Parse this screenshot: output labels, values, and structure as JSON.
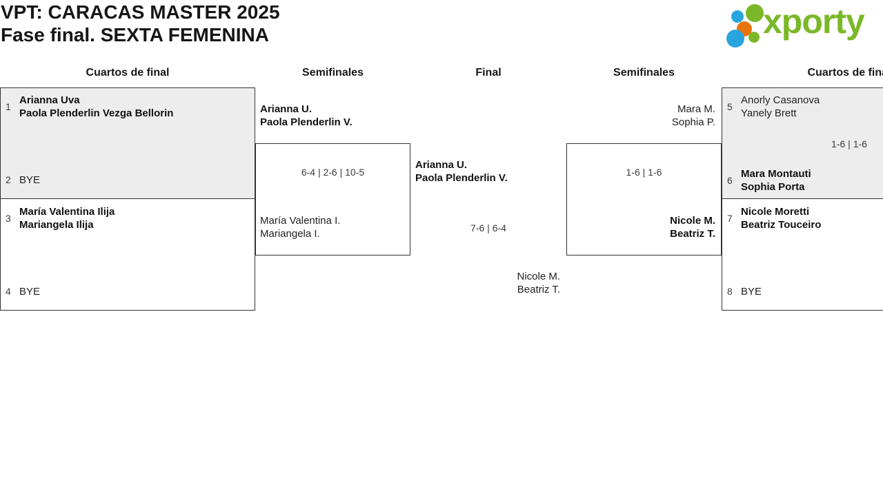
{
  "header": {
    "title_line1": "VPT: CARACAS MASTER 2025",
    "title_line2": "Fase final. SEXTA FEMENINA"
  },
  "logo": {
    "text": "xporty",
    "color_green": "#7AB829",
    "color_blue": "#29A5DE",
    "color_orange": "#E8740C"
  },
  "colors": {
    "shaded_match_box": "#EDEDED",
    "box_border": "#333333",
    "text": "#1a1a1a"
  },
  "columns": {
    "qf_left": "Cuartos de final",
    "sf_left": "Semifinales",
    "final": "Final",
    "sf_right": "Semifinales",
    "qf_right": "Cuartos de final"
  },
  "matches": {
    "qf1": {
      "team1": {
        "seed": "1",
        "line1": "Arianna Uva",
        "line2": "Paola Plenderlin Vezga Bellorin"
      },
      "team2": {
        "seed": "2",
        "line1": "BYE"
      }
    },
    "qf2": {
      "team1": {
        "seed": "3",
        "line1": "María Valentina Ilija",
        "line2": "Mariangela Ilija"
      },
      "team2": {
        "seed": "4",
        "line1": "BYE"
      }
    },
    "sf1": {
      "team1": {
        "line1": "Arianna U.",
        "line2": "Paola Plenderlin V."
      },
      "score": "6-4 | 2-6 | 10-5",
      "team2": {
        "line1": "María Valentina I.",
        "line2": "Mariangela I."
      }
    },
    "final": {
      "team1": {
        "line1": "Arianna U.",
        "line2": "Paola Plenderlin V."
      },
      "score": "7-6 | 6-4",
      "team2": {
        "line1": "Nicole M.",
        "line2": "Beatriz T."
      }
    },
    "sf2": {
      "team1": {
        "line1": "Mara M.",
        "line2": "Sophia P."
      },
      "score": "1-6 | 1-6",
      "team2": {
        "line1": "Nicole M.",
        "line2": "Beatriz T."
      }
    },
    "qf3": {
      "team1": {
        "seed": "5",
        "line1": "Anorly Casanova",
        "line2": "Yanely Brett"
      },
      "score": "1-6 | 1-6",
      "team2": {
        "seed": "6",
        "line1": "Mara Montauti",
        "line2": "Sophia Porta"
      }
    },
    "qf4": {
      "team1": {
        "seed": "7",
        "line1": "Nicole Moretti",
        "line2": "Beatriz Touceiro"
      },
      "team2": {
        "seed": "8",
        "line1": "BYE"
      }
    }
  }
}
